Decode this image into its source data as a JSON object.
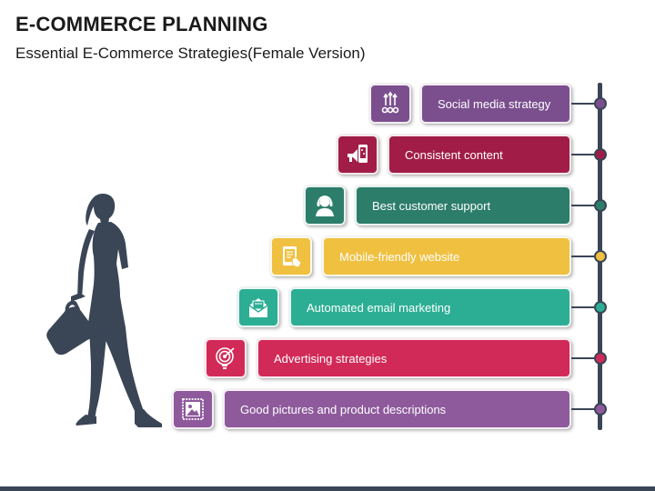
{
  "header": {
    "title": "E-COMMERCE PLANNING",
    "subtitle": "Essential E-Commerce Strategies(Female Version)"
  },
  "steps": [
    {
      "label": "Social media strategy",
      "color": "#7b4f8e",
      "icon": "network-icon"
    },
    {
      "label": "Consistent content",
      "color": "#a11d48",
      "icon": "megaphone-phone-icon"
    },
    {
      "label": "Best customer support",
      "color": "#2d7d6b",
      "icon": "support-agent-icon"
    },
    {
      "label": "Mobile-friendly website",
      "color": "#f0c040",
      "icon": "tablet-touch-icon"
    },
    {
      "label": "Automated email marketing",
      "color": "#2cae94",
      "icon": "email-icon"
    },
    {
      "label": "Advertising strategies",
      "color": "#d12a58",
      "icon": "target-bulb-icon"
    },
    {
      "label": "Good pictures and product descriptions",
      "color": "#8e5a9c",
      "icon": "picture-icon"
    }
  ],
  "colors": {
    "rail": "#3a4556",
    "silhouette": "#3a4556"
  }
}
